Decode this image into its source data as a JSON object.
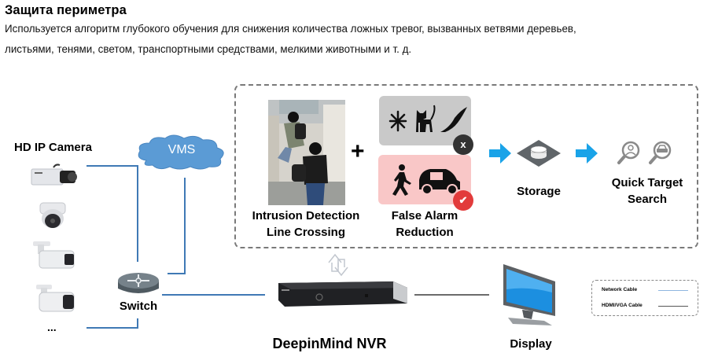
{
  "header": {
    "title": "Защита периметра",
    "description_line1": "Используется алгоритм глубокого обучения для снижения количества ложных тревог, вызванных ветвями деревьев,",
    "description_line2": "листьями, тенями, светом, транспортными средствами, мелкими животными и т. д."
  },
  "diagram": {
    "cameras": {
      "label": "HD IP Camera",
      "items": [
        "box-camera",
        "dome-camera",
        "bullet-camera",
        "bullet-camera-small"
      ],
      "more": "..."
    },
    "vms": {
      "label": "VMS"
    },
    "switch": {
      "label": "Switch"
    },
    "nvr": {
      "label": "DeepinMind NVR"
    },
    "display": {
      "label": "Display"
    },
    "process": {
      "intrusion": {
        "line1": "Intrusion Detection",
        "line2": "Line Crossing"
      },
      "plus": "+",
      "false_alarm": {
        "line1": "False Alarm",
        "line2": "Reduction",
        "rejected_icons": [
          "leaf-icon",
          "cat-icon",
          "bird-icon"
        ],
        "rejected_badge": "x",
        "accepted_icons": [
          "pedestrian-icon",
          "car-icon"
        ],
        "accepted_badge": "✔"
      },
      "storage": {
        "label": "Storage"
      },
      "search": {
        "line1": "Quick Target",
        "line2": "Search"
      }
    },
    "legend": {
      "network": "Network Cable",
      "hdmi": "HDMI/VGA Cable"
    }
  },
  "colors": {
    "network_cable": "#3f79b5",
    "hdmi_cable": "#6b6b6b",
    "arrow": "#1aa3e8",
    "cloud": "#5b9bd5",
    "reject_bg": "#c9c9c9",
    "accept_bg": "#f9c7c7",
    "accept_badge": "#e23b3b",
    "reject_badge": "#333333"
  }
}
